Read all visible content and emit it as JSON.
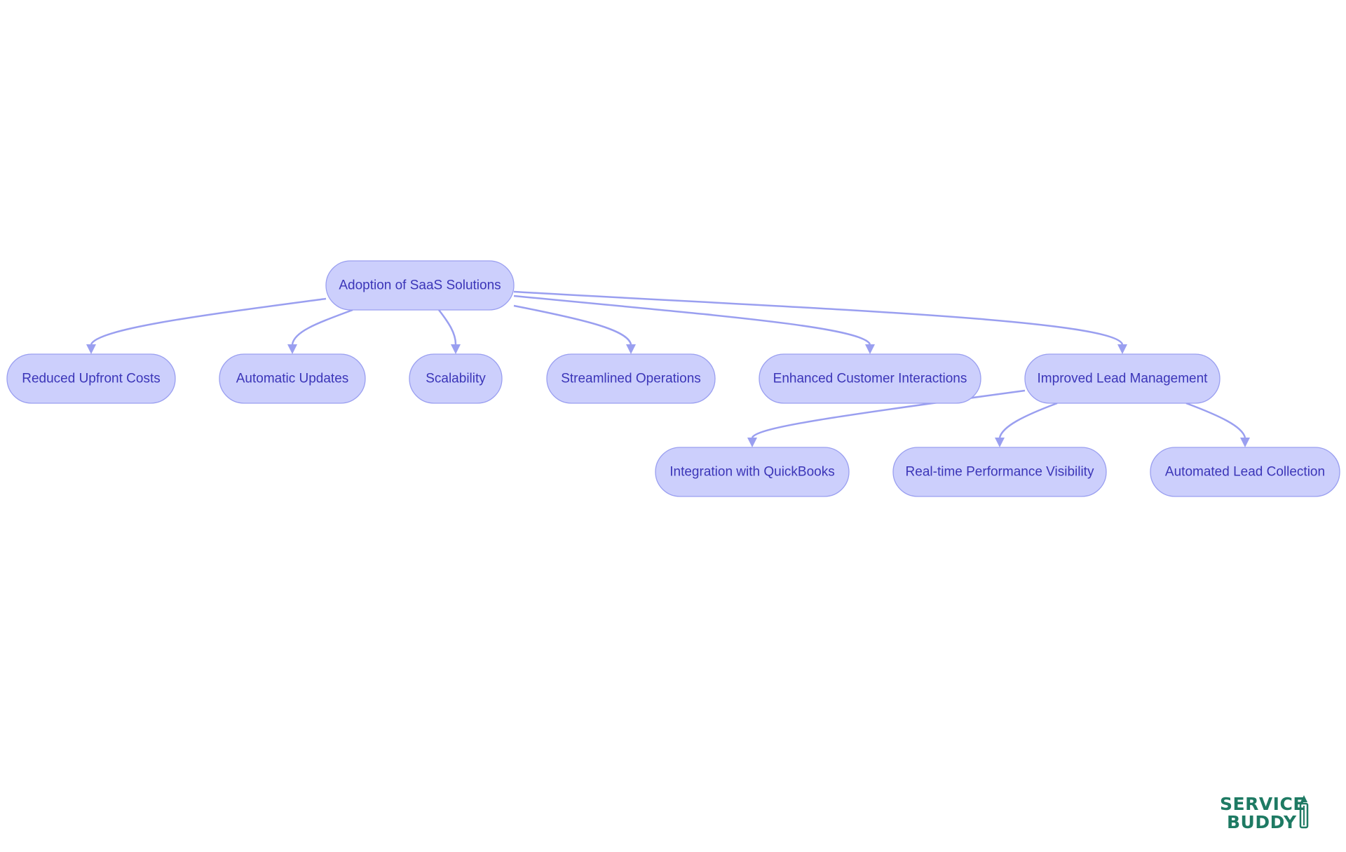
{
  "diagram": {
    "nodes": [
      {
        "id": "root",
        "label": "Adoption of SaaS Solutions"
      },
      {
        "id": "costs",
        "label": "Reduced Upfront Costs"
      },
      {
        "id": "updates",
        "label": "Automatic Updates"
      },
      {
        "id": "scal",
        "label": "Scalability"
      },
      {
        "id": "ops",
        "label": "Streamlined Operations"
      },
      {
        "id": "cust",
        "label": "Enhanced Customer Interactions"
      },
      {
        "id": "lead",
        "label": "Improved Lead Management"
      },
      {
        "id": "qb",
        "label": "Integration with QuickBooks"
      },
      {
        "id": "rt",
        "label": "Real-time Performance Visibility"
      },
      {
        "id": "auto",
        "label": "Automated Lead Collection"
      }
    ],
    "edges": [
      {
        "from": "root",
        "to": "costs"
      },
      {
        "from": "root",
        "to": "updates"
      },
      {
        "from": "root",
        "to": "scal"
      },
      {
        "from": "root",
        "to": "ops"
      },
      {
        "from": "root",
        "to": "cust"
      },
      {
        "from": "root",
        "to": "lead"
      },
      {
        "from": "lead",
        "to": "qb"
      },
      {
        "from": "lead",
        "to": "rt"
      },
      {
        "from": "lead",
        "to": "auto"
      }
    ],
    "colors": {
      "node_fill": "#cccffc",
      "node_stroke": "#9a9ff0",
      "edge": "#9a9ff0",
      "text": "#3b35b8"
    }
  },
  "logo": {
    "line1": "SERVICE",
    "line2": "BUDDY",
    "icon": "pencil-icon",
    "color": "#1e7a63"
  }
}
